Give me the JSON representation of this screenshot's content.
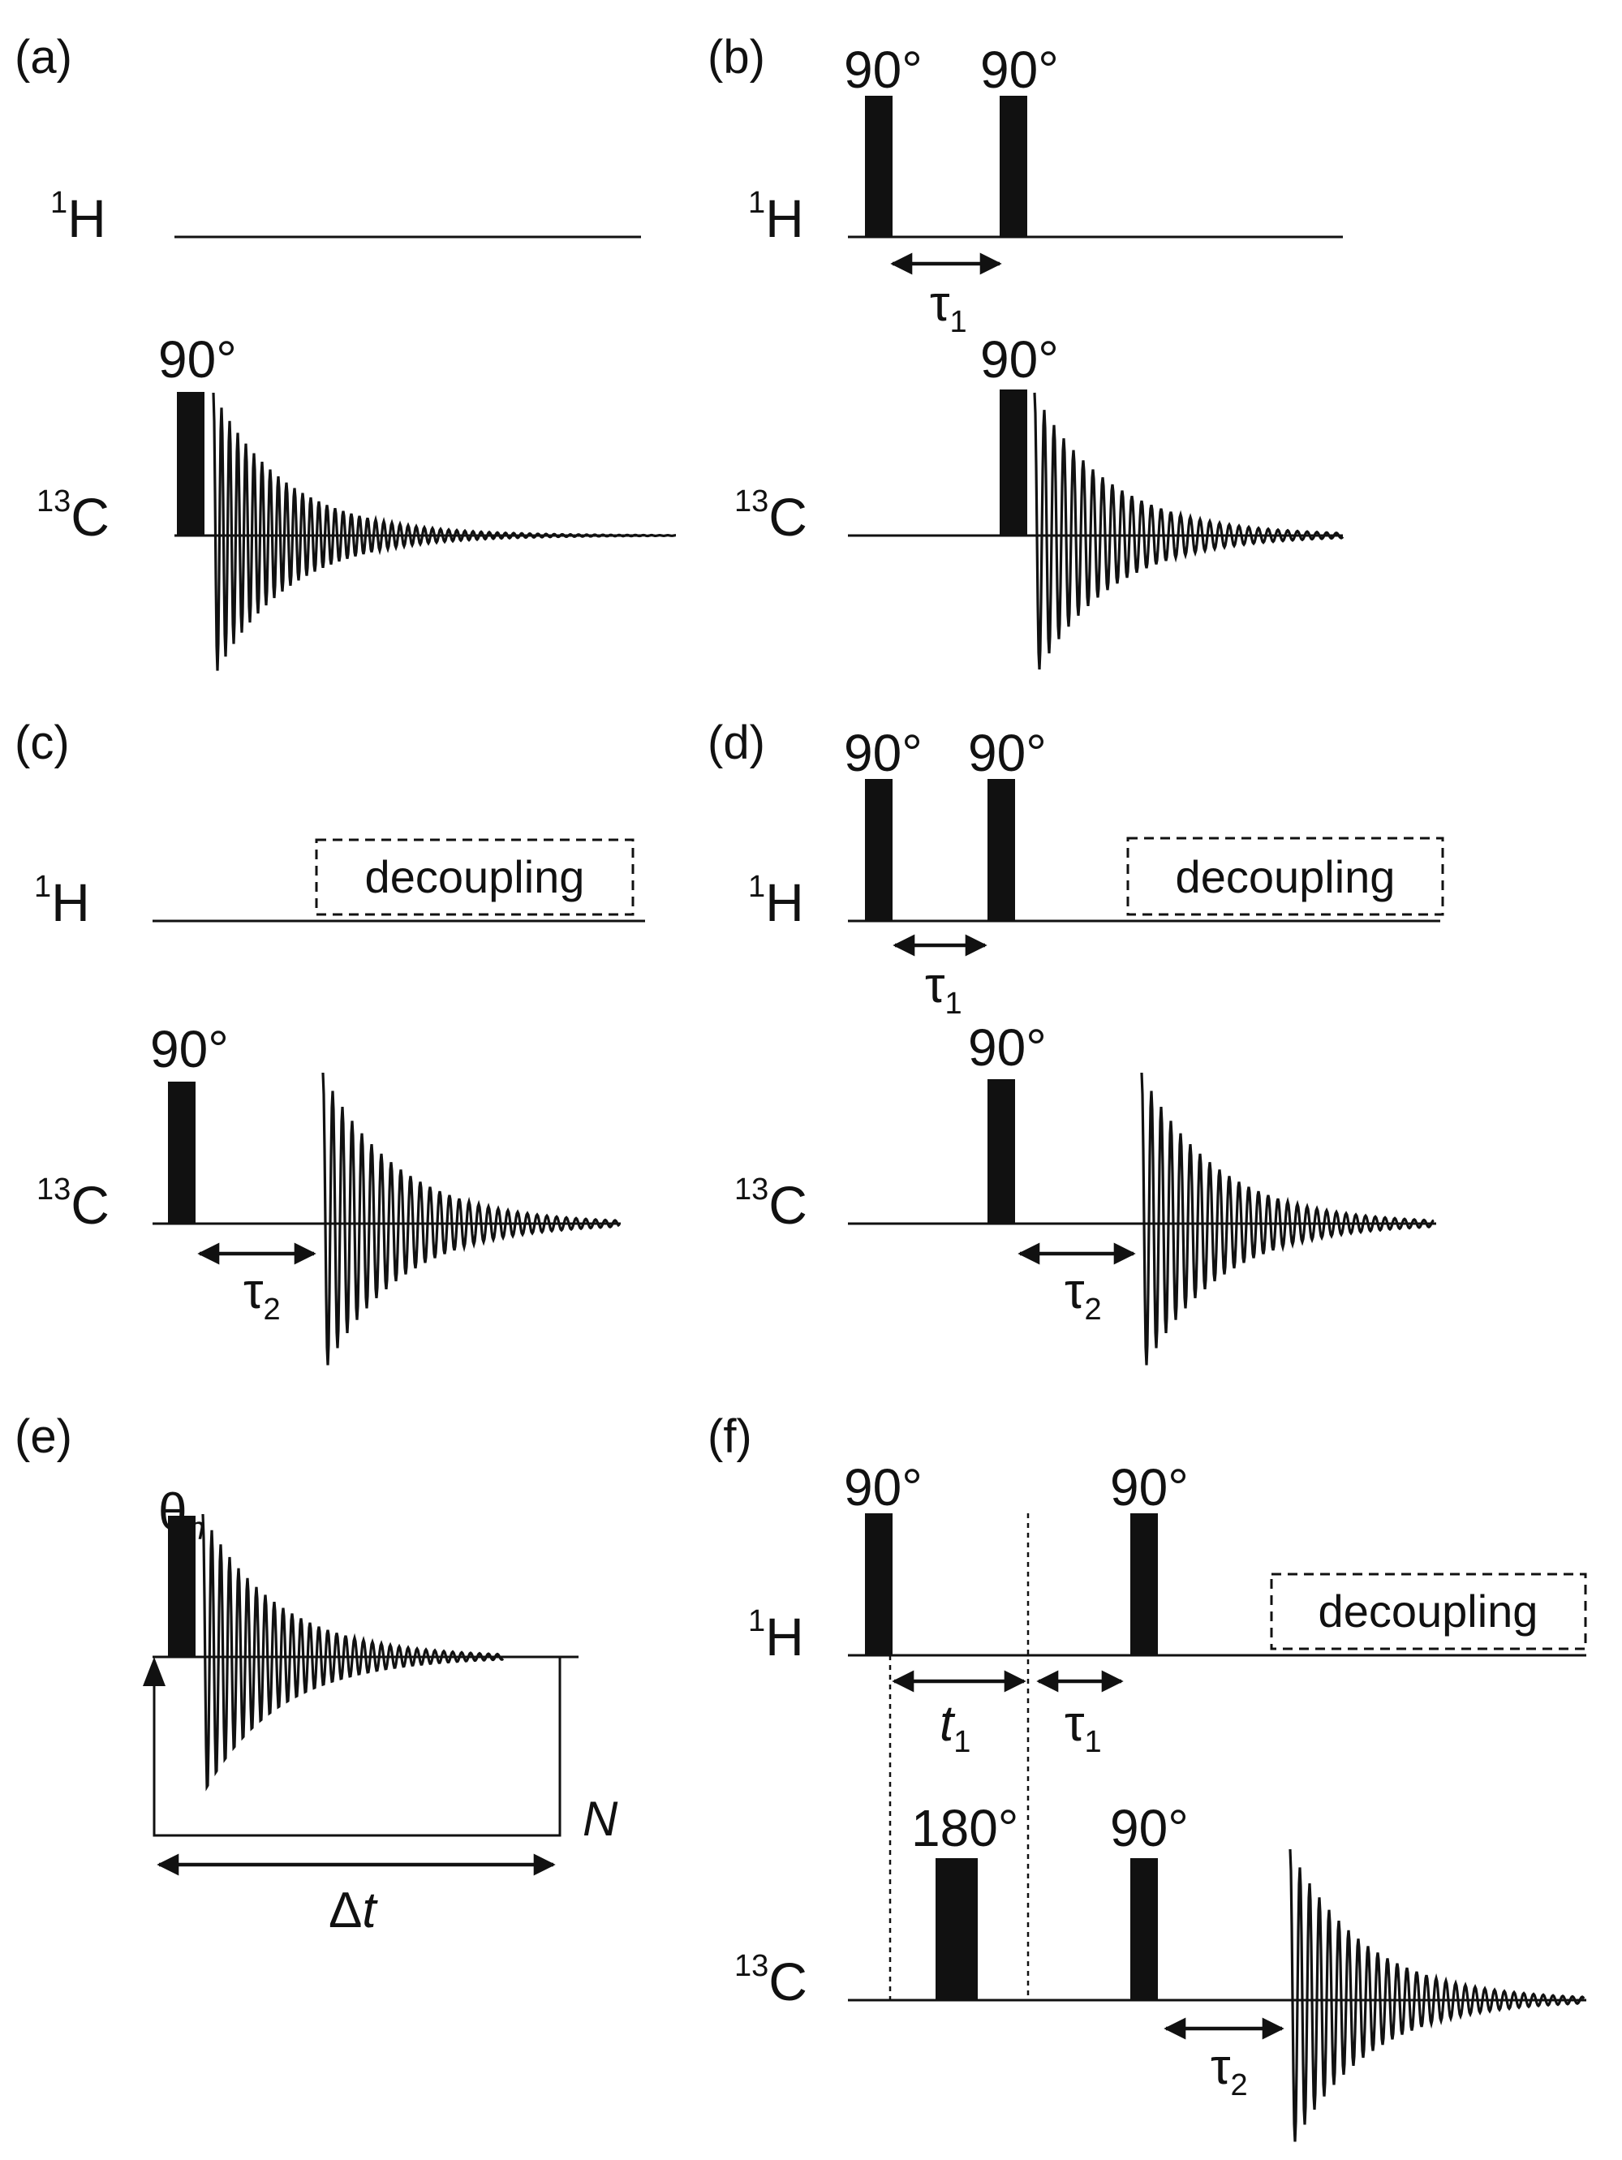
{
  "diagram": {
    "panels": [
      {
        "id": "a",
        "label": "(a)"
      },
      {
        "id": "b",
        "label": "(b)"
      },
      {
        "id": "c",
        "label": "(c)"
      },
      {
        "id": "d",
        "label": "(d)"
      },
      {
        "id": "e",
        "label": "(e)"
      },
      {
        "id": "f",
        "label": "(f)"
      }
    ],
    "channels": {
      "h": {
        "sup": "1",
        "main": "H"
      },
      "c": {
        "sup": "13",
        "main": "C"
      }
    },
    "pulses": {
      "p90": "90°",
      "p180": "180°",
      "theta": {
        "main": "θ",
        "sub": "n"
      }
    },
    "delays": {
      "tau1": {
        "main": "τ",
        "sub": "1"
      },
      "tau2": {
        "main": "τ",
        "sub": "2"
      },
      "t1": {
        "main": "t",
        "sub": "1"
      },
      "delta_t": {
        "pre": "Δ",
        "main": "t"
      },
      "N": "N"
    },
    "decoupling": "decoupling",
    "colors": {
      "ink": "#111111",
      "bg": "#ffffff"
    }
  }
}
